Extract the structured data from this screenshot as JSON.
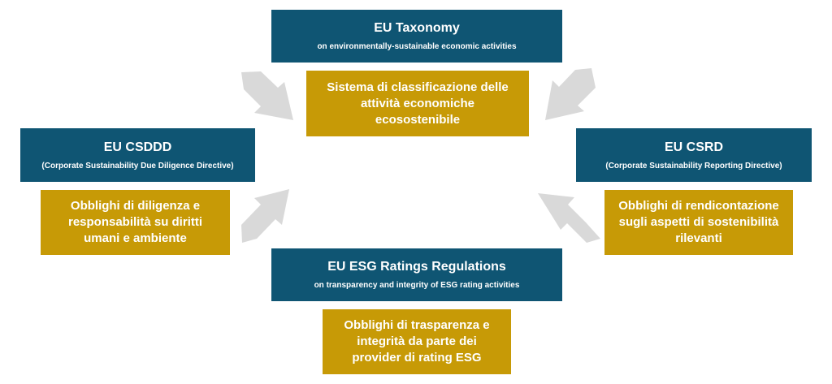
{
  "diagram": {
    "nodes": {
      "taxonomy": {
        "title": "EU Taxonomy",
        "subtitle": "on environmentally-sustainable economic activities",
        "description": [
          "Sistema di classificazione delle",
          "attività economiche",
          "ecosostenibile"
        ]
      },
      "csddd": {
        "title": "EU CSDDD",
        "subtitle": "(Corporate Sustainability Due Diligence Directive)",
        "description": [
          "Obblighi di diligenza e",
          "responsabilità su diritti",
          "umani e ambiente"
        ]
      },
      "csrd": {
        "title": "EU CSRD",
        "subtitle": "(Corporate Sustainability Reporting Directive)",
        "description": [
          "Obblighi di rendicontazione",
          "sugli aspetti di sostenibilità",
          "rilevanti"
        ]
      },
      "esg": {
        "title": "EU ESG Ratings Regulations",
        "subtitle": "on transparency and integrity of ESG rating activities",
        "description": [
          "Obblighi di trasparenza e",
          "integrità da parte dei",
          "provider di rating ESG"
        ]
      }
    },
    "colors": {
      "title_box": "#0f5573",
      "description_box": "#c79a06",
      "arrow": "#d9d9d9",
      "text": "#ffffff"
    }
  }
}
